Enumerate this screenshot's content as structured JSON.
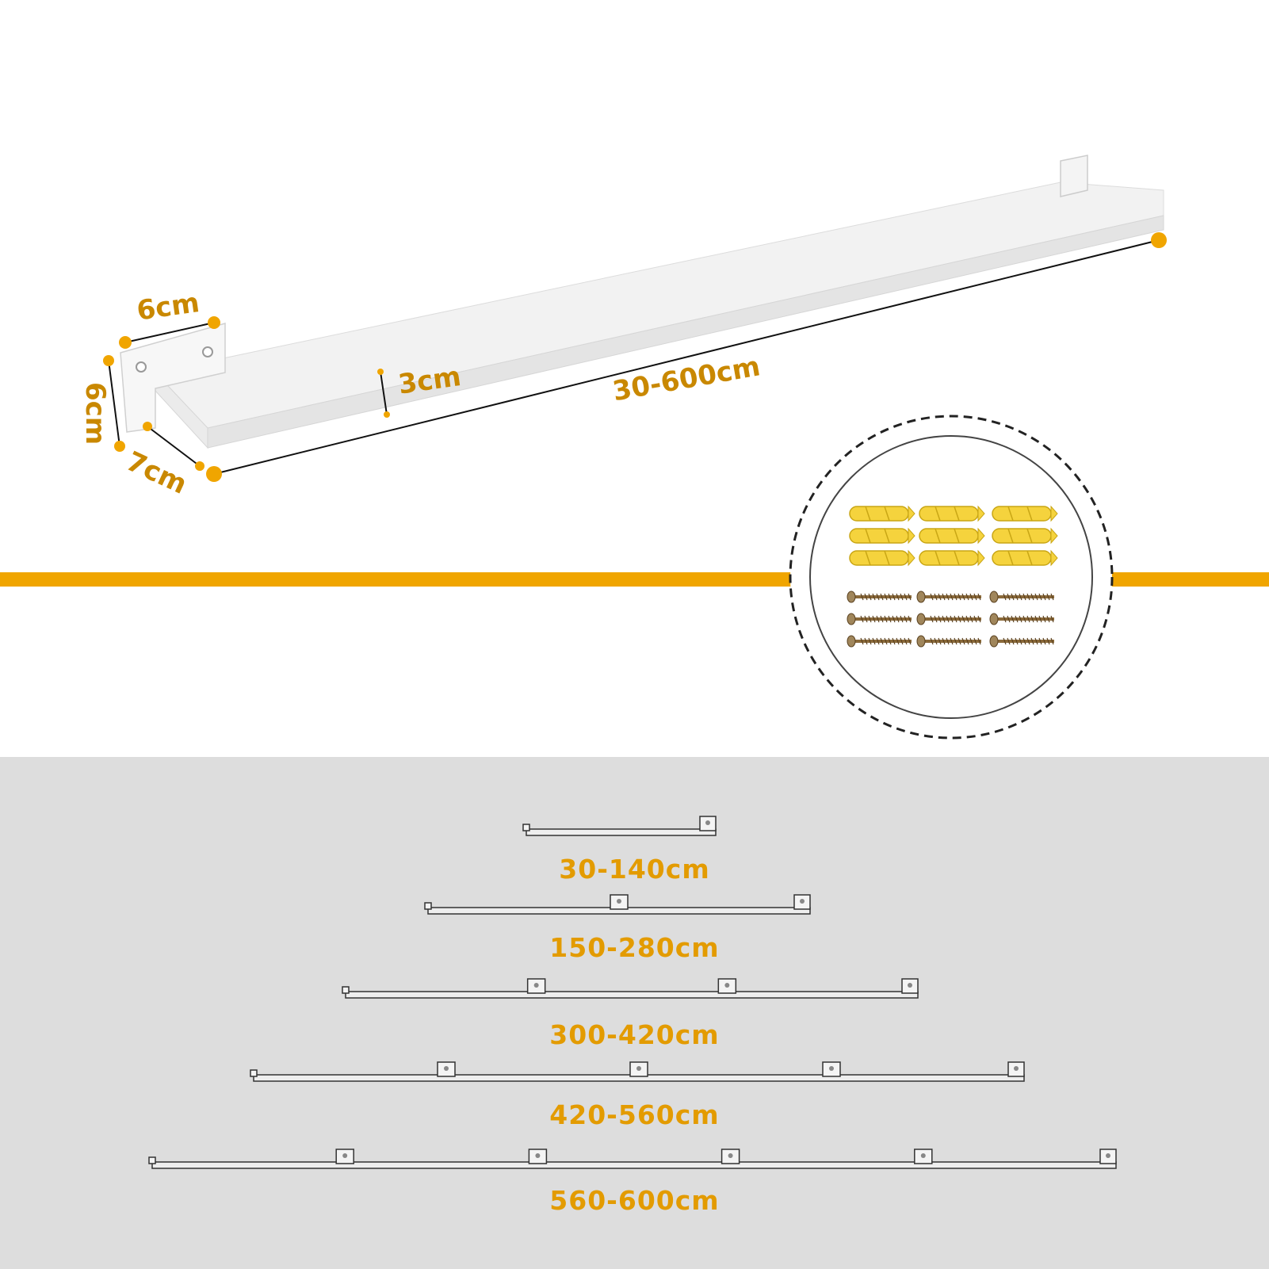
{
  "accent_color": "#f0a500",
  "label_color": "#c98800",
  "product": {
    "dimensions": {
      "bracket_width": "6cm",
      "bracket_height": "6cm",
      "bracket_depth": "7cm",
      "bar_thickness": "3cm",
      "length": "30-600cm"
    }
  },
  "hardware": {
    "anchors_icon": "wall-anchor-icon",
    "screws_icon": "screw-icon",
    "anchor_count": 9,
    "screw_count": 9
  },
  "size_options": [
    {
      "label": "30-140cm",
      "brackets": 2
    },
    {
      "label": "150-280cm",
      "brackets": 3
    },
    {
      "label": "300-420cm",
      "brackets": 4
    },
    {
      "label": "420-560cm",
      "brackets": 5
    },
    {
      "label": "560-600cm",
      "brackets": 6
    }
  ]
}
